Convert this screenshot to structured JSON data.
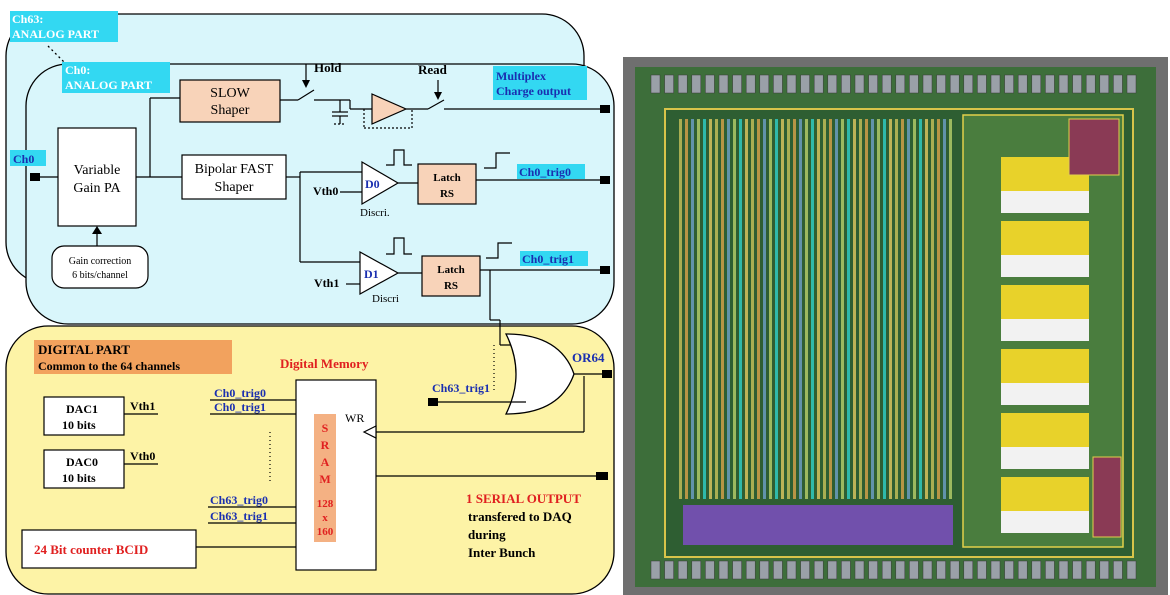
{
  "colors": {
    "analog_bg": "#d9f6fb",
    "digital_bg": "#fdf3a6",
    "tag_cyan": "#33d8f2",
    "tag_orange": "#f2a25e",
    "shaper_fill": "#f8d3b9",
    "label_blue": "#1a2fb0",
    "label_red": "#e02020",
    "chip_bg": "#6f6f6f",
    "sram_fill": "#f4b183"
  },
  "analog": {
    "ch63_tag_line1": "Ch63:",
    "ch63_tag_line2": "ANALOG PART",
    "ch0_tag_line1": "Ch0:",
    "ch0_tag_line2": "ANALOG PART",
    "ch0_input": "Ch0",
    "preamp_line1": "Variable",
    "preamp_line2": "Gain PA",
    "gain_line1": "Gain correction",
    "gain_line2": "6 bits/channel",
    "slow_line1": "SLOW",
    "slow_line2": "Shaper",
    "fast_line1": "Bipolar FAST",
    "fast_line2": "Shaper",
    "hold": "Hold",
    "read": "Read",
    "multiplex_line1": "Multiplex",
    "multiplex_line2": "Charge output",
    "d0": "D0",
    "d1": "D1",
    "vth0": "Vth0",
    "vth1": "Vth1",
    "discri0": "Discri.",
    "discri1": "Discri",
    "latch_line1": "Latch",
    "latch_line2": "RS",
    "trig0": "Ch0_trig0",
    "trig1": "Ch0_trig1"
  },
  "digital": {
    "title_line1": "DIGITAL PART",
    "title_line2": "Common to the 64 channels",
    "memory_title": "Digital Memory",
    "dac1_line1": "DAC1",
    "dac1_line2": "10 bits",
    "dac0_line1": "DAC0",
    "dac0_line2": "10 bits",
    "vth1": "Vth1",
    "vth0": "Vth0",
    "in_trig0": "Ch0_trig0",
    "in_trig1": "Ch0_trig1",
    "in_trig63_0": "Ch63_trig0",
    "in_trig63_1": "Ch63_trig1",
    "ch63_trig1": "Ch63_trig1",
    "or64": "OR64",
    "wr": "WR",
    "sram_letters": [
      "S",
      "R",
      "A",
      "M"
    ],
    "sram_dims": [
      "128",
      "x",
      "160"
    ],
    "counter": "24 Bit counter BCID",
    "serial_title": "1 SERIAL OUTPUT",
    "serial_line1": "transfered to DAQ",
    "serial_line2": "during",
    "serial_line3": "Inter Bunch"
  },
  "chip_layout": {
    "description_icon": "chip-layout-image"
  }
}
